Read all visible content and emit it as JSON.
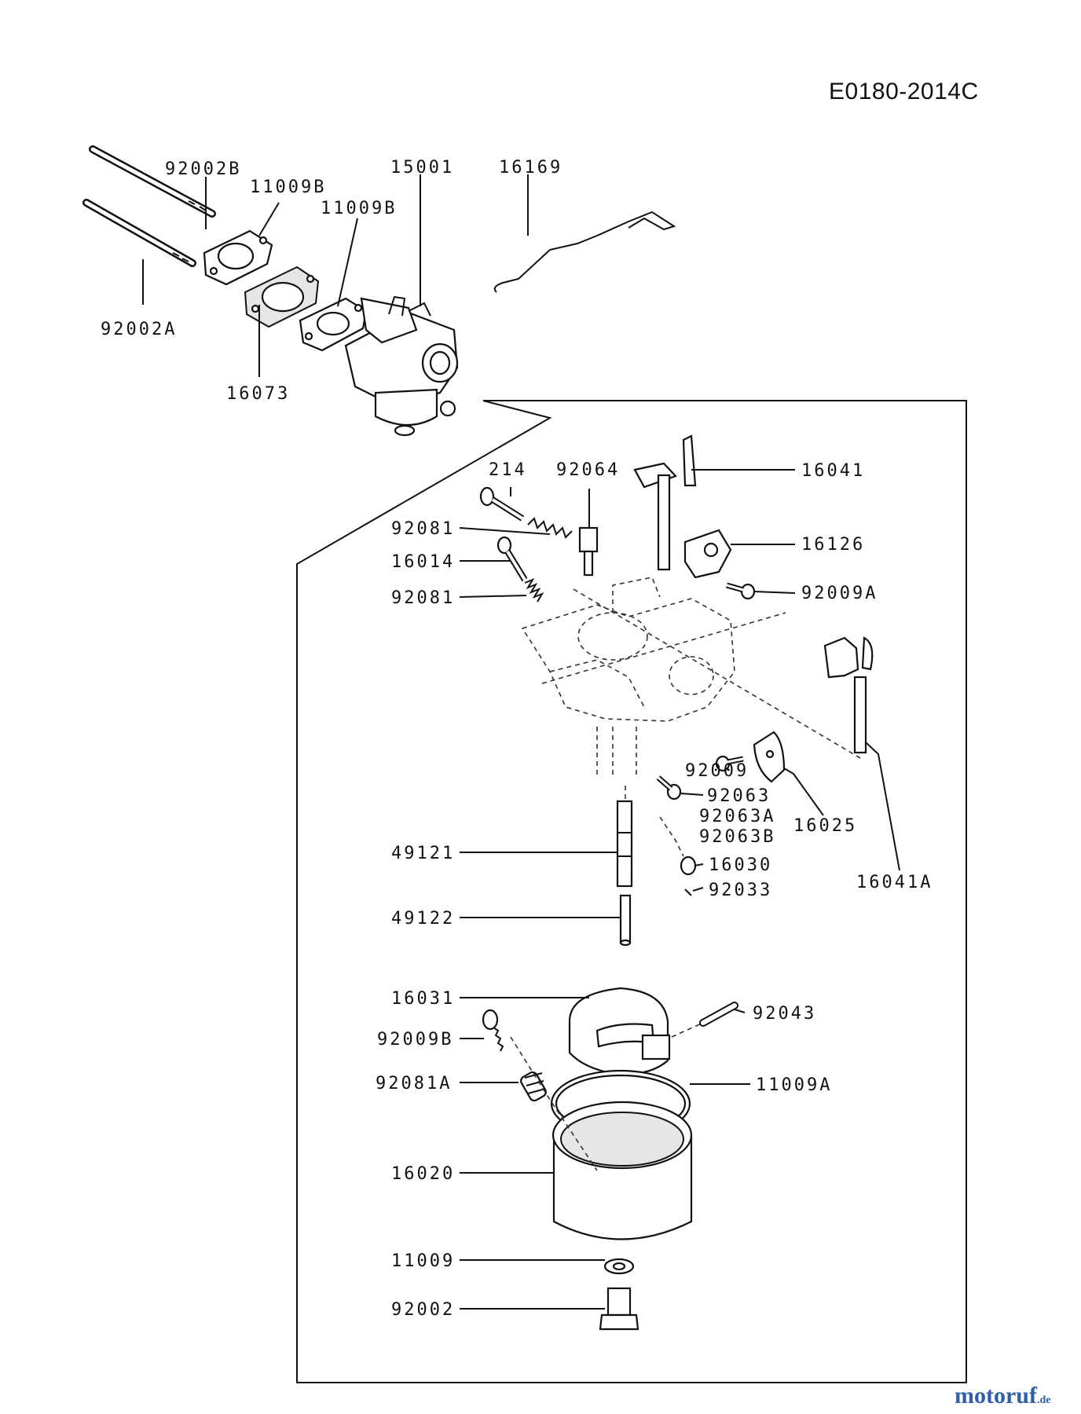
{
  "doc_code": "E0180-2014C",
  "labels": {
    "l92002B": "92002B",
    "l11009B_1": "11009B",
    "l15001": "15001",
    "l16169": "16169",
    "l11009B_2": "11009B",
    "l92002A": "92002A",
    "l16073": "16073",
    "l214": "214",
    "l92064": "92064",
    "l16041": "16041",
    "l92081_1": "92081",
    "l16014": "16014",
    "l16126": "16126",
    "l92081_2": "92081",
    "l92009A": "92009A",
    "l92009": "92009",
    "l92063": "92063",
    "l92063A": "92063A",
    "l16025": "16025",
    "l92063B": "92063B",
    "l49121": "49121",
    "l16030": "16030",
    "l16041A": "16041A",
    "l92033": "92033",
    "l49122": "49122",
    "l16031": "16031",
    "l92043": "92043",
    "l92009B": "92009B",
    "l92081A": "92081A",
    "l11009A": "11009A",
    "l16020": "16020",
    "l11009": "11009",
    "l92002": "92002"
  },
  "watermark": {
    "main": "motoruf",
    "suffix": ".de"
  }
}
